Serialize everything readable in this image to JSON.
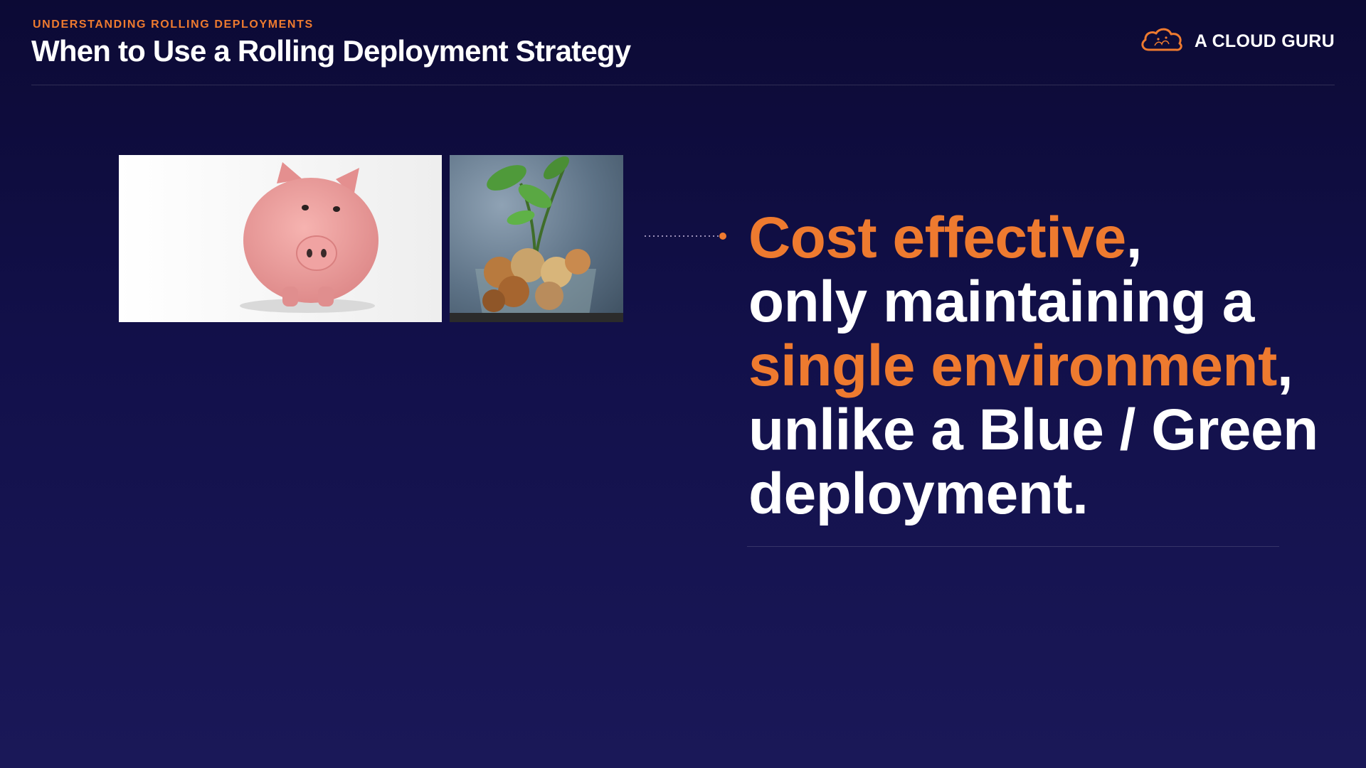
{
  "slide": {
    "eyebrow": "UNDERSTANDING ROLLING DEPLOYMENTS",
    "title": "When to Use a Rolling Deployment Strategy"
  },
  "brand": {
    "name": "A CLOUD GURU",
    "icon": "cloud-logo-icon"
  },
  "images": [
    {
      "name": "piggy-bank-photo"
    },
    {
      "name": "coins-plant-photo"
    }
  ],
  "headline": {
    "line1_highlight": "Cost effective",
    "line1_rest": ",",
    "line2": "only maintaining a",
    "line3_highlight": "single environment",
    "line3_rest": ",",
    "line4": "unlike a Blue / Green",
    "line5": "deployment."
  },
  "colors": {
    "accent": "#ee7a2f",
    "background_top": "#0c0a35",
    "background_bottom": "#1a1858",
    "text": "#ffffff"
  }
}
